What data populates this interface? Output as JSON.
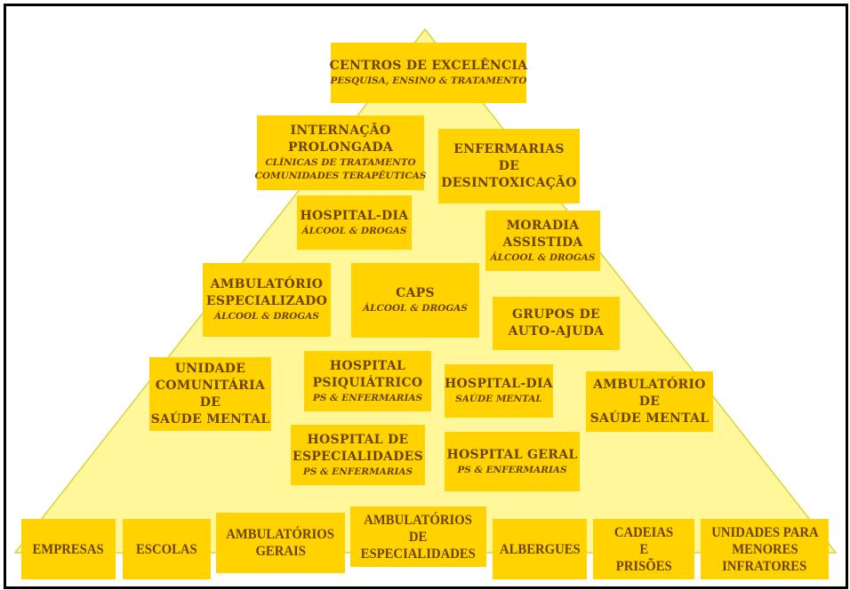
{
  "colors": {
    "box": "#FFD200",
    "text": "#6B4400",
    "pyramid_fill": "#FFF799",
    "pyramid_stroke": "#D8D440",
    "frame": "#000000"
  },
  "boxes": [
    {
      "id": "centros",
      "name": "centros-de-excelencia",
      "title": [
        "CENTROS DE EXCELÊNCIA"
      ],
      "sub": [
        "PESQUISA, ENSINO & TRATAMENTO"
      ]
    },
    {
      "id": "internacao",
      "name": "internacao-prolongada",
      "title": [
        "INTERNAÇÃO",
        "PROLONGADA"
      ],
      "sub": [
        "CLÍNICAS DE TRATAMENTO",
        "COMUNIDADES TERAPÊUTICAS"
      ]
    },
    {
      "id": "enfermarias",
      "name": "enfermarias-de-desintoxicacao",
      "title": [
        "ENFERMARIAS",
        "DE",
        "DESINTOXICAÇÃO"
      ],
      "sub": []
    },
    {
      "id": "hdia_alcool",
      "name": "hospital-dia-alcool-drogas",
      "title": [
        "HOSPITAL-DIA"
      ],
      "sub": [
        "ÁLCOOL & DROGAS"
      ]
    },
    {
      "id": "moradia",
      "name": "moradia-assistida",
      "title": [
        "MORADIA",
        "ASSISTIDA"
      ],
      "sub": [
        "ÁLCOOL & DROGAS"
      ]
    },
    {
      "id": "amb_esp",
      "name": "ambulatorio-especializado",
      "title": [
        "AMBULATÓRIO",
        "ESPECIALIZADO"
      ],
      "sub": [
        "ÁLCOOL & DROGAS"
      ]
    },
    {
      "id": "caps",
      "name": "caps",
      "title": [
        "CAPS"
      ],
      "sub": [
        "ÁLCOOL & DROGAS"
      ]
    },
    {
      "id": "grupos",
      "name": "grupos-de-auto-ajuda",
      "title": [
        "GRUPOS DE",
        "AUTO-AJUDA"
      ],
      "sub": []
    },
    {
      "id": "ucsm",
      "name": "unidade-comunitaria-saude-mental",
      "title": [
        "UNIDADE",
        "COMUNITÁRIA",
        "DE",
        "SAÚDE MENTAL"
      ],
      "sub": []
    },
    {
      "id": "hpsiq",
      "name": "hospital-psiquiatrico",
      "title": [
        "HOSPITAL",
        "PSIQUIÁTRICO"
      ],
      "sub": [
        "PS & ENFERMARIAS"
      ]
    },
    {
      "id": "hdia_sm",
      "name": "hospital-dia-saude-mental",
      "title": [
        "HOSPITAL-DIA"
      ],
      "sub": [
        "SAÚDE MENTAL"
      ]
    },
    {
      "id": "amb_sm",
      "name": "ambulatorio-saude-mental",
      "title": [
        "AMBULATÓRIO",
        "DE",
        "SAÚDE MENTAL"
      ],
      "sub": []
    },
    {
      "id": "hesp",
      "name": "hospital-de-especialidades",
      "title": [
        "HOSPITAL DE",
        "ESPECIALIDADES"
      ],
      "sub": [
        "PS & ENFERMARIAS"
      ]
    },
    {
      "id": "hgeral",
      "name": "hospital-geral",
      "title": [
        "HOSPITAL GERAL"
      ],
      "sub": [
        "PS & ENFERMARIAS"
      ]
    },
    {
      "id": "empresas",
      "name": "empresas",
      "bottom": true,
      "title": [
        "EMPRESAS"
      ],
      "sub": []
    },
    {
      "id": "escolas",
      "name": "escolas",
      "bottom": true,
      "title": [
        "ESCOLAS"
      ],
      "sub": []
    },
    {
      "id": "amb_gerais",
      "name": "ambulatorios-gerais",
      "bottom": true,
      "title": [
        "AMBULATÓRIOS",
        "GERAIS"
      ],
      "sub": []
    },
    {
      "id": "amb_especialidades",
      "name": "ambulatorios-de-especialidades",
      "bottom": true,
      "title": [
        "AMBULATÓRIOS",
        "DE",
        "ESPECIALIDADES"
      ],
      "sub": []
    },
    {
      "id": "albergues",
      "name": "albergues",
      "bottom": true,
      "title": [
        "ALBERGUES"
      ],
      "sub": []
    },
    {
      "id": "cadeias",
      "name": "cadeias-e-prisoes",
      "bottom": true,
      "title": [
        "CADEIAS",
        "E",
        "PRISÕES"
      ],
      "sub": []
    },
    {
      "id": "unidades",
      "name": "unidades-para-menores-infratores",
      "bottom": true,
      "title": [
        "UNIDADES PARA",
        "MENORES",
        "INFRATORES"
      ],
      "sub": []
    }
  ]
}
